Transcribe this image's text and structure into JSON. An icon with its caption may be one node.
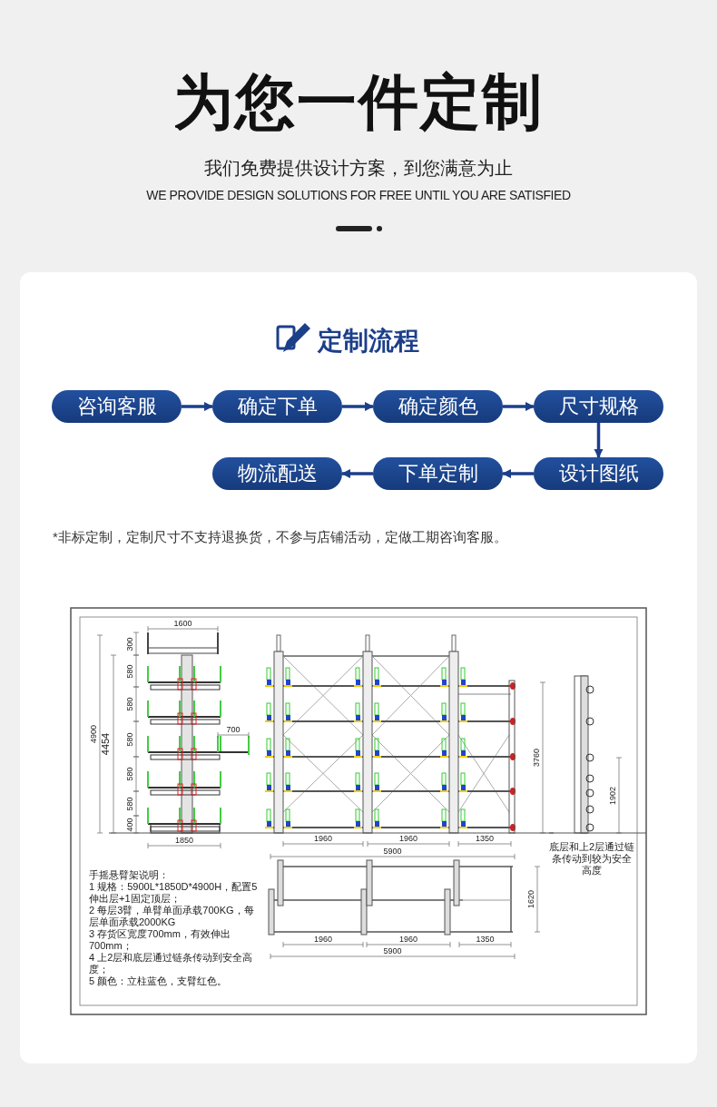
{
  "diagram": {
    "title": "为您一件定制",
    "nodes": [
      {
        "text": [
          "咨询客服"
        ]
      },
      {
        "text": [
          "确定下单"
        ]
      },
      {
        "text": [
          "确定颜色"
        ]
      },
      {
        "text": [
          "尺寸规格"
        ]
      },
      {
        "text": [
          "物流配送"
        ]
      },
      {
        "text": [
          "下单定制"
        ]
      },
      {
        "text": [
          "设计图纸"
        ]
      }
    ],
    "edges": [
      {
        "from": 0,
        "to": 1,
        "arrow": "to"
      },
      {
        "from": 1,
        "to": 2,
        "arrow": "to"
      },
      {
        "from": 2,
        "to": 3,
        "arrow": "to"
      },
      {
        "from": 3,
        "to": 6,
        "arrow": "to"
      },
      {
        "from": 6,
        "to": 5,
        "arrow": "to"
      },
      {
        "from": 5,
        "to": 4,
        "arrow": "to"
      }
    ],
    "labels": [
      "我们免费提供设计方案，到您满意为止",
      "WE PROVIDE DESIGN SOLUTIONS FOR FREE UNTIL YOU ARE SATISFIED",
      "定制流程",
      "*非标定制，定制尺寸不支持退换货，不参与店铺活动，定做工期咨询客服。",
      "1600",
      "300",
      "580",
      "580",
      "580",
      "580",
      "580",
      "4900",
      "4454",
      "700",
      "400",
      "1850",
      "3760",
      "1902",
      "1960",
      "1960",
      "1350",
      "5900",
      "底层和上2层通过链条传动到较为安全高度",
      "手摇悬臂架说明：",
      "1 规格：5900L*1850D*4900H，配置5伸出层+1固定顶层；",
      "2 每层3臂，单臂单面承载700KG，每层单面承载2000KG",
      "3 存货区宽度700mm，有效伸出700mm；",
      "4 上2层和底层通过链条传动到安全高度；",
      "5 颜色：立柱蓝色，支臂红色。",
      "1620",
      "1960",
      "1960",
      "1350",
      "5900"
    ]
  }
}
